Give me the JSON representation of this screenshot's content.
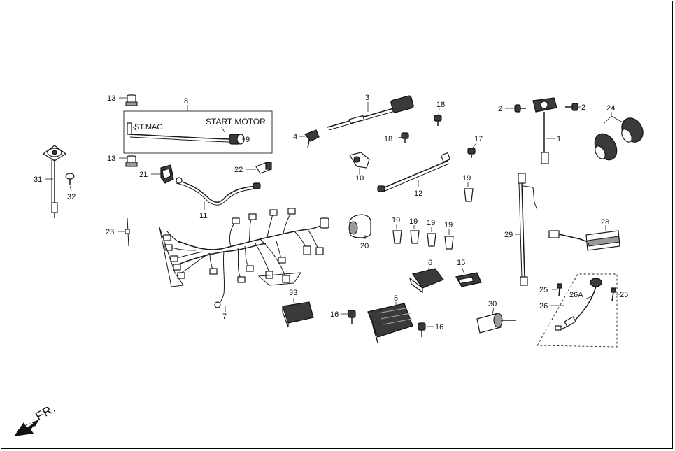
{
  "direction_marker": "FR.",
  "annotations": {
    "st_mag": "ST.MAG.",
    "start_motor": "START MOTOR"
  },
  "callouts": {
    "c1": "1",
    "c2a": "2",
    "c2b": "2",
    "c3": "3",
    "c4": "4",
    "c5": "5",
    "c6": "6",
    "c7": "7",
    "c8": "8",
    "c9": "9",
    "c10": "10",
    "c11": "11",
    "c12": "12",
    "c13a": "13",
    "c13b": "13",
    "c15": "15",
    "c16a": "16",
    "c16b": "16",
    "c17": "17",
    "c18a": "18",
    "c18b": "18",
    "c19a": "19",
    "c19b": "19",
    "c19c": "19",
    "c19d": "19",
    "c19e": "19",
    "c20": "20",
    "c21": "21",
    "c22": "22",
    "c23": "23",
    "c24": "24",
    "c25a": "25",
    "c25b": "25",
    "c26": "26",
    "c26a": "26A",
    "c28": "28",
    "c29": "29",
    "c30": "30",
    "c31": "31",
    "c32": "32",
    "c33": "33"
  }
}
